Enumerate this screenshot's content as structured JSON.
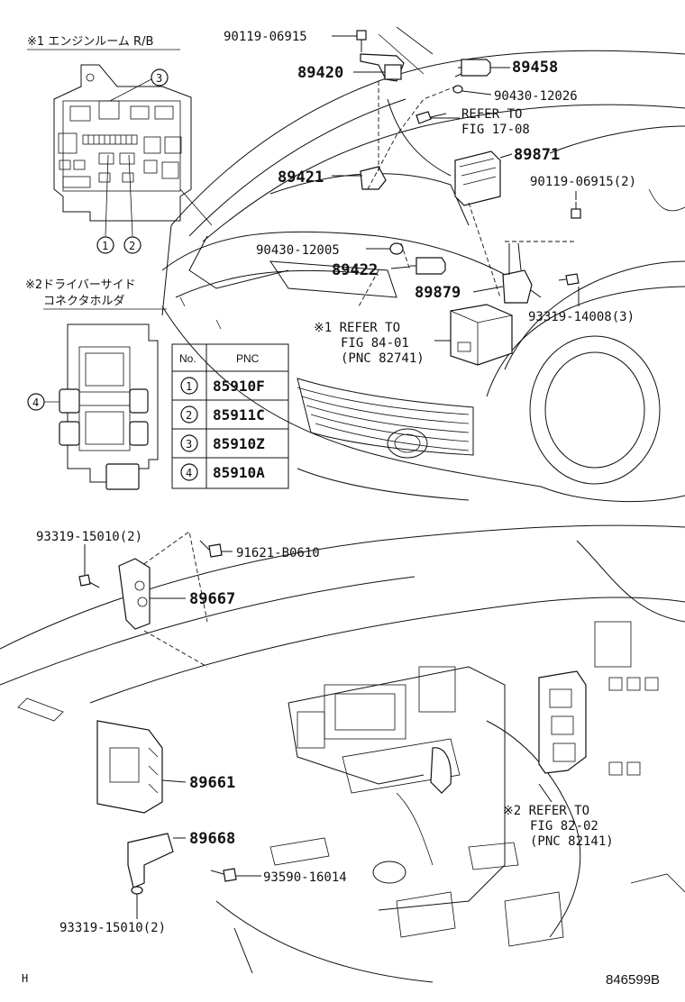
{
  "diagram_id": "846599B",
  "corner_mark": "H",
  "insets": {
    "engine_room": {
      "title": "※1 エンジンルーム R/B"
    },
    "driver_side": {
      "title_line1": "※2ドライバーサイド",
      "title_line2": "コネクタホルダ"
    }
  },
  "circles": {
    "c1": "1",
    "c2": "2",
    "c3": "3",
    "c4": "4"
  },
  "pnc_table": {
    "header_no": "No.",
    "header_pnc": "PNC",
    "rows": [
      {
        "no": "1",
        "pnc": "85910F"
      },
      {
        "no": "2",
        "pnc": "85911C"
      },
      {
        "no": "3",
        "pnc": "85910Z"
      },
      {
        "no": "4",
        "pnc": "85910A"
      }
    ]
  },
  "parts": {
    "p90119_a": "90119-06915",
    "p89420": "89420",
    "p89458": "89458",
    "p90430_12026": "90430-12026",
    "refer1708_l1": "REFER TO",
    "refer1708_l2": "FIG 17-08",
    "p89871": "89871",
    "p89421": "89421",
    "p90119_b": "90119-06915(2)",
    "p90430_12005": "90430-12005",
    "p89422": "89422",
    "p89879": "89879",
    "p93319_14008": "93319-14008(3)",
    "refer8401_l1": "※1 REFER TO",
    "refer8401_l2": "FIG 84-01",
    "refer8401_l3": "(PNC 82741)",
    "p93319_15010_a": "93319-15010(2)",
    "p91621": "91621-B0610",
    "p89667": "89667",
    "p89661": "89661",
    "p89668": "89668",
    "p93590": "93590-16014",
    "p93319_15010_b": "93319-15010(2)",
    "refer8202_l1": "※2 REFER TO",
    "refer8202_l2": "FIG 82-02",
    "refer8202_l3": "(PNC 82141)"
  }
}
